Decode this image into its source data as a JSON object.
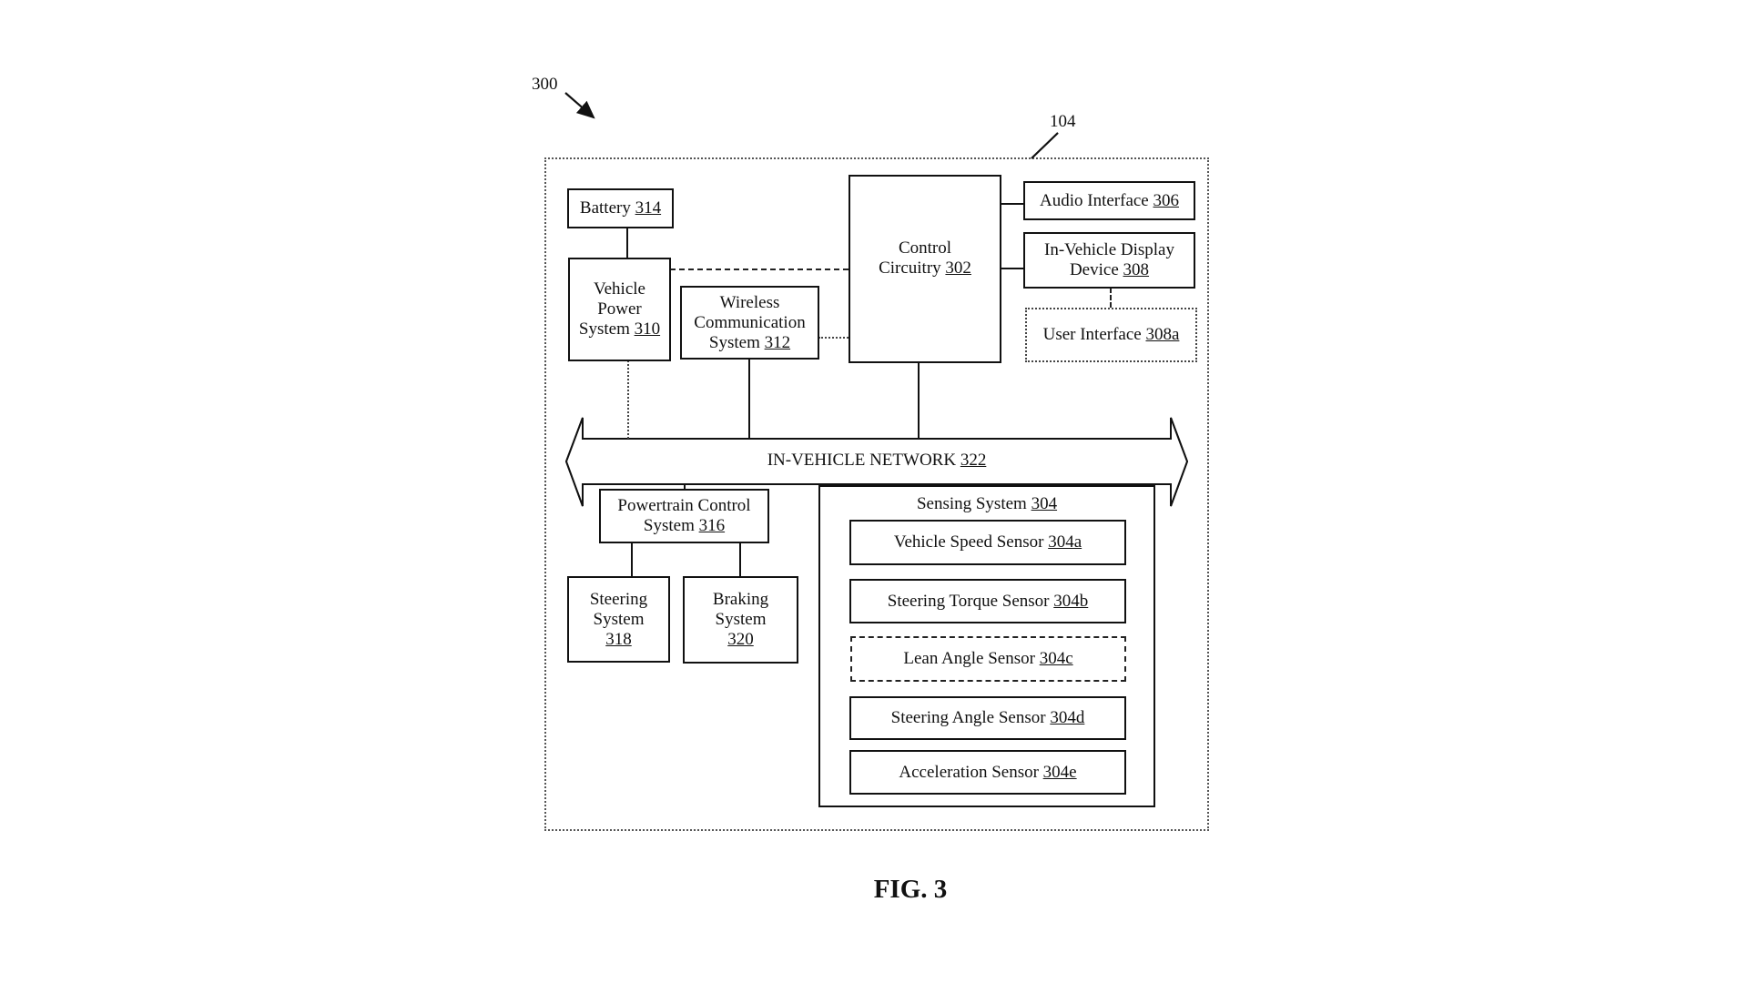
{
  "figure": {
    "reference_number": "300",
    "vehicle_reference": "104",
    "caption": "FIG. 3"
  },
  "blocks": {
    "battery": {
      "name": "Battery",
      "ref": "314"
    },
    "vehicle_power": {
      "name_lines": [
        "Vehicle",
        "Power",
        "System"
      ],
      "ref": "310"
    },
    "wireless": {
      "name_lines": [
        "Wireless",
        "Communication",
        "System"
      ],
      "ref": "312"
    },
    "control": {
      "name_lines": [
        "Control",
        "Circuitry"
      ],
      "ref": "302"
    },
    "audio": {
      "name": "Audio Interface",
      "ref": "306"
    },
    "display": {
      "name_lines": [
        "In-Vehicle Display",
        "Device"
      ],
      "ref": "308"
    },
    "user_interface": {
      "name": "User Interface",
      "ref": "308a"
    },
    "network": {
      "name": "IN-VEHICLE NETWORK",
      "ref": "322"
    },
    "powertrain": {
      "name_lines": [
        "Powertrain Control",
        "System"
      ],
      "ref": "316"
    },
    "steering": {
      "name_lines": [
        "Steering",
        "System"
      ],
      "ref": "318"
    },
    "braking": {
      "name_lines": [
        "Braking",
        "System"
      ],
      "ref": "320"
    },
    "sensing": {
      "name": "Sensing System",
      "ref": "304"
    }
  },
  "sensors": [
    {
      "name": "Vehicle Speed Sensor",
      "ref": "304a",
      "optional": false
    },
    {
      "name": "Steering Torque Sensor",
      "ref": "304b",
      "optional": false
    },
    {
      "name": "Lean Angle Sensor",
      "ref": "304c",
      "optional": true
    },
    {
      "name": "Steering Angle Sensor",
      "ref": "304d",
      "optional": false
    },
    {
      "name": "Acceleration Sensor",
      "ref": "304e",
      "optional": false
    }
  ]
}
